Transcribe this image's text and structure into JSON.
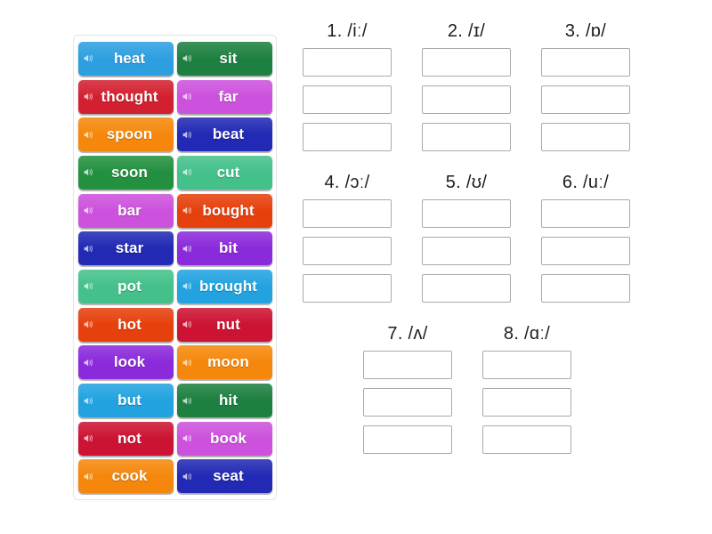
{
  "activity": {
    "type": "drag-and-drop-sorting",
    "word_bank": {
      "tiles": [
        {
          "label": "heat",
          "color": "#2d9fe0",
          "icon": "speaker-icon"
        },
        {
          "label": "sit",
          "color": "#1d8040",
          "icon": "speaker-icon"
        },
        {
          "label": "thought",
          "color": "#d32030",
          "icon": "speaker-icon"
        },
        {
          "label": "far",
          "color": "#cc52dd",
          "icon": "speaker-icon"
        },
        {
          "label": "spoon",
          "color": "#f5880c",
          "icon": "speaker-icon"
        },
        {
          "label": "beat",
          "color": "#2229b4",
          "icon": "speaker-icon"
        },
        {
          "label": "soon",
          "color": "#22903f",
          "icon": "speaker-icon"
        },
        {
          "label": "cut",
          "color": "#44c18a",
          "icon": "speaker-icon"
        },
        {
          "label": "bar",
          "color": "#cc52dd",
          "icon": "speaker-icon"
        },
        {
          "label": "bought",
          "color": "#e6400d",
          "icon": "speaker-icon"
        },
        {
          "label": "star",
          "color": "#2229b4",
          "icon": "speaker-icon"
        },
        {
          "label": "bit",
          "color": "#8b2adb",
          "icon": "speaker-icon"
        },
        {
          "label": "pot",
          "color": "#44c18a",
          "icon": "speaker-icon"
        },
        {
          "label": "brought",
          "color": "#22a3e0",
          "icon": "speaker-icon"
        },
        {
          "label": "hot",
          "color": "#e6400d",
          "icon": "speaker-icon"
        },
        {
          "label": "nut",
          "color": "#cc1333",
          "icon": "speaker-icon"
        },
        {
          "label": "look",
          "color": "#8b2adb",
          "icon": "speaker-icon"
        },
        {
          "label": "moon",
          "color": "#f5880c",
          "icon": "speaker-icon"
        },
        {
          "label": "but",
          "color": "#22a3e0",
          "icon": "speaker-icon"
        },
        {
          "label": "hit",
          "color": "#1d8040",
          "icon": "speaker-icon"
        },
        {
          "label": "not",
          "color": "#cc1333",
          "icon": "speaker-icon"
        },
        {
          "label": "book",
          "color": "#cc52dd",
          "icon": "speaker-icon"
        },
        {
          "label": "cook",
          "color": "#f5880c",
          "icon": "speaker-icon"
        },
        {
          "label": "seat",
          "color": "#2229b4",
          "icon": "speaker-icon"
        }
      ]
    },
    "answer_groups": [
      {
        "title": "1. /iː/",
        "slots": [
          "",
          "",
          ""
        ]
      },
      {
        "title": "2. /ɪ/",
        "slots": [
          "",
          "",
          ""
        ]
      },
      {
        "title": "3. /ɒ/",
        "slots": [
          "",
          "",
          ""
        ]
      },
      {
        "title": "4. /ɔː/",
        "slots": [
          "",
          "",
          ""
        ]
      },
      {
        "title": "5. /ʊ/",
        "slots": [
          "",
          "",
          ""
        ]
      },
      {
        "title": "6. /uː/",
        "slots": [
          "",
          "",
          ""
        ]
      },
      {
        "title": "7. /ʌ/",
        "slots": [
          "",
          "",
          ""
        ]
      },
      {
        "title": "8. /ɑː/",
        "slots": [
          "",
          "",
          ""
        ]
      }
    ],
    "colors": {
      "page_background": "#ffffff",
      "panel_border": "#e3e3e3",
      "slot_border": "#aaaaaa",
      "title_text": "#1d1d1d",
      "tile_text": "#ffffff"
    }
  }
}
